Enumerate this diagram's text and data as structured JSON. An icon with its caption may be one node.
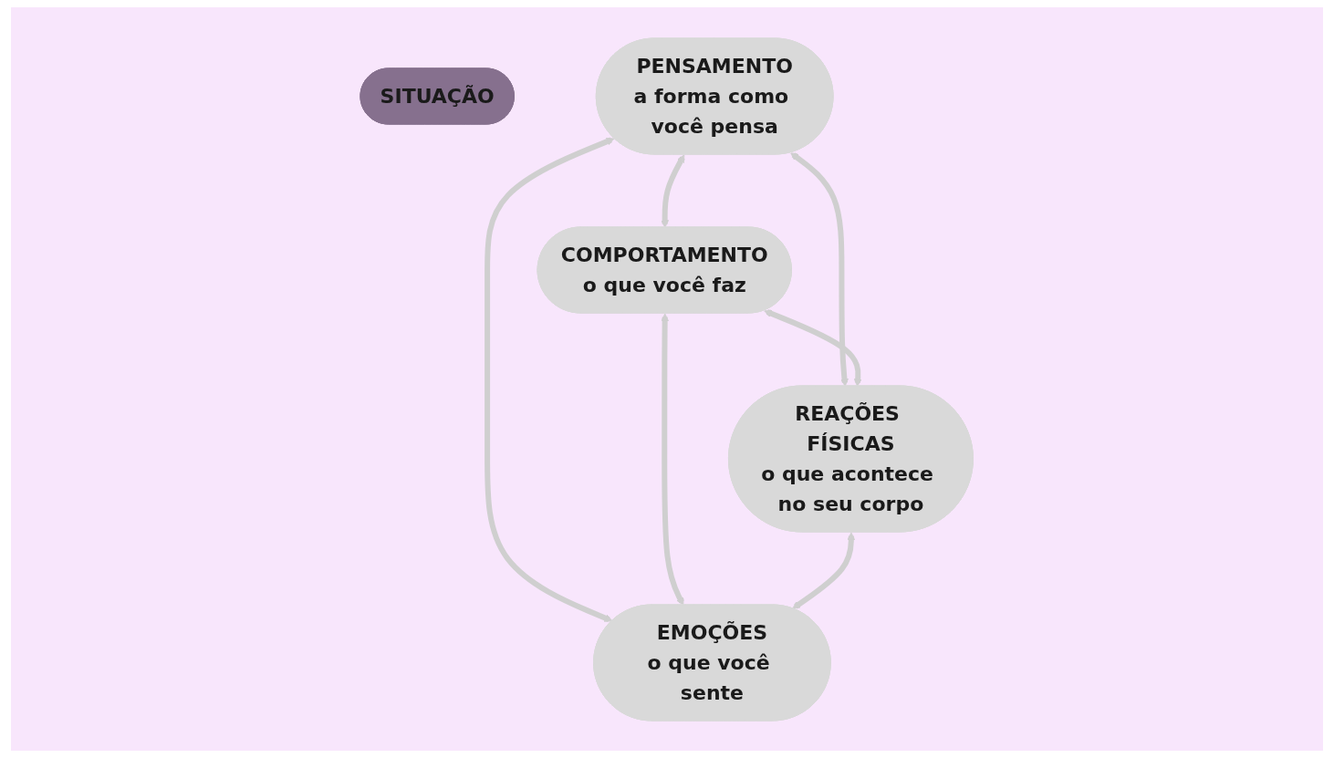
{
  "diagram": {
    "nodes": [
      {
        "text": [
          "SITUAÇÃO"
        ]
      },
      {
        "text": [
          "PENSAMENTO",
          "a forma como você pensa"
        ]
      },
      {
        "text": [
          "COMPORTAMENTO",
          "o que você faz"
        ]
      },
      {
        "text": [
          "EMOÇÕES",
          "o que você sente"
        ]
      },
      {
        "text": [
          "REAÇÕES FÍSICAS",
          "o que acontece no seu corpo"
        ]
      }
    ],
    "edges": [
      {
        "from": 1,
        "to": 2,
        "arrow": "both"
      },
      {
        "from": 1,
        "to": 3,
        "arrow": "both"
      },
      {
        "from": 1,
        "to": 4,
        "arrow": "both"
      },
      {
        "from": 2,
        "to": 3,
        "arrow": "both"
      },
      {
        "from": 2,
        "to": 4,
        "arrow": "both"
      },
      {
        "from": 4,
        "to": 3,
        "arrow": "both"
      }
    ]
  }
}
